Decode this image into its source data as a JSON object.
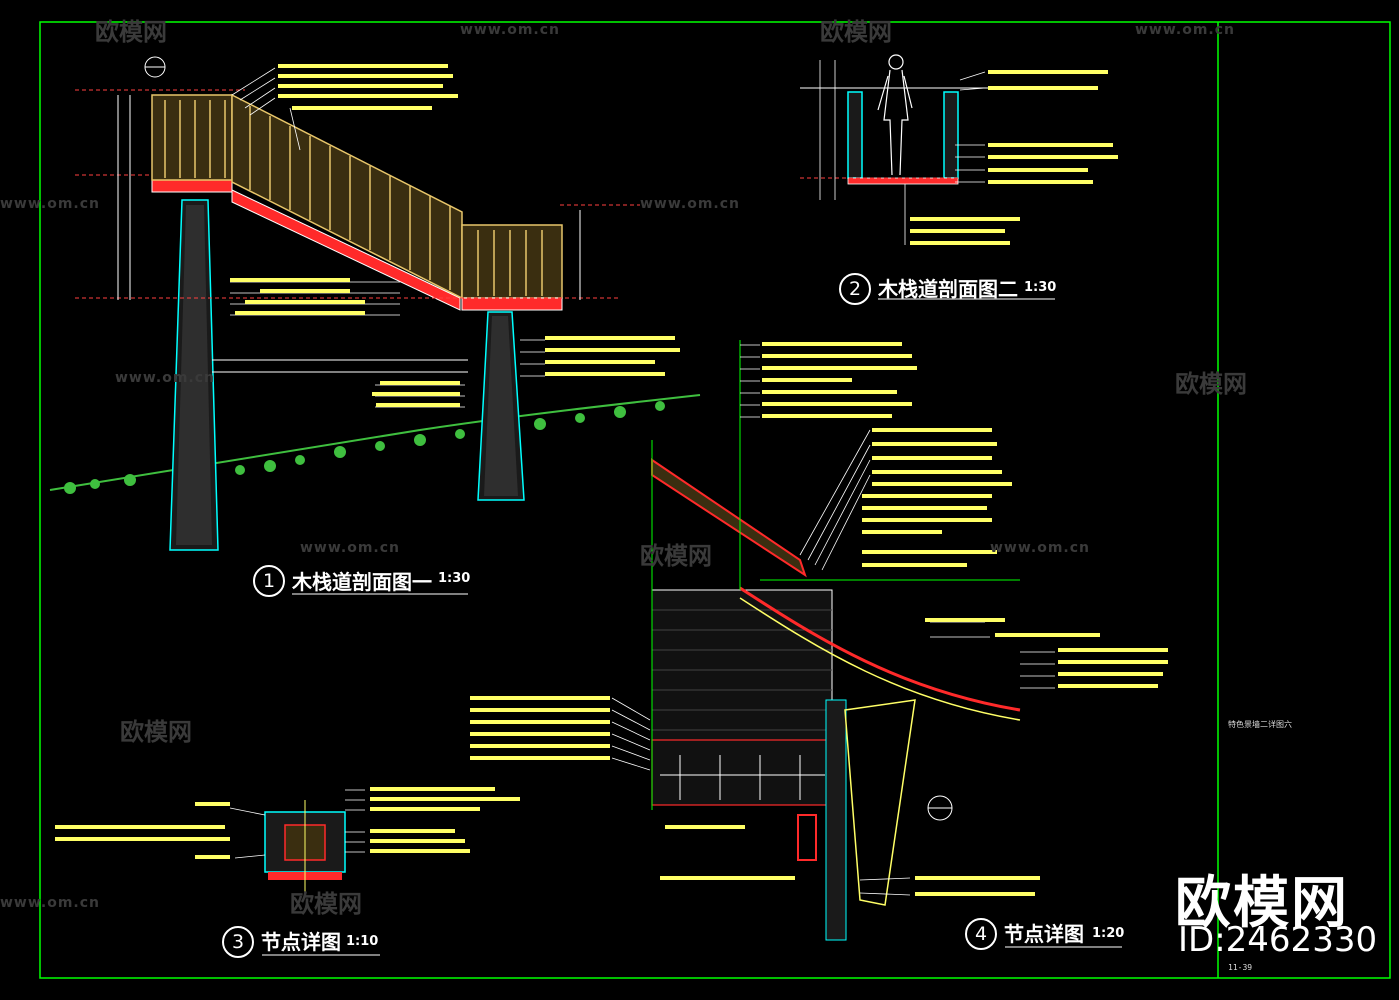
{
  "drawings": [
    {
      "number": "1",
      "title": "木栈道剖面图一",
      "scale": "1:30"
    },
    {
      "number": "2",
      "title": "木栈道剖面图二",
      "scale": "1:30"
    },
    {
      "number": "3",
      "title": "节点详图",
      "scale": "1:10"
    },
    {
      "number": "4",
      "title": "节点详图",
      "scale": "1:20"
    }
  ],
  "sheet": {
    "vertical_title": "特色景墙二详图六",
    "number": "11-39"
  },
  "watermark": {
    "brand": "欧模网",
    "site": "www.om.cn",
    "id": "ID:2462330"
  },
  "colors": {
    "background": "#000000",
    "frame": "#00ff00",
    "line_white": "#ffffff",
    "accent_red": "#ff2a2a",
    "accent_yellow": "#ffff66",
    "accent_cyan": "#00ffff",
    "wood": "#e8c66a",
    "vegetation": "#3fbf3f"
  },
  "icons": [
    "brand-sofa-icon",
    "circle-number-icon"
  ]
}
